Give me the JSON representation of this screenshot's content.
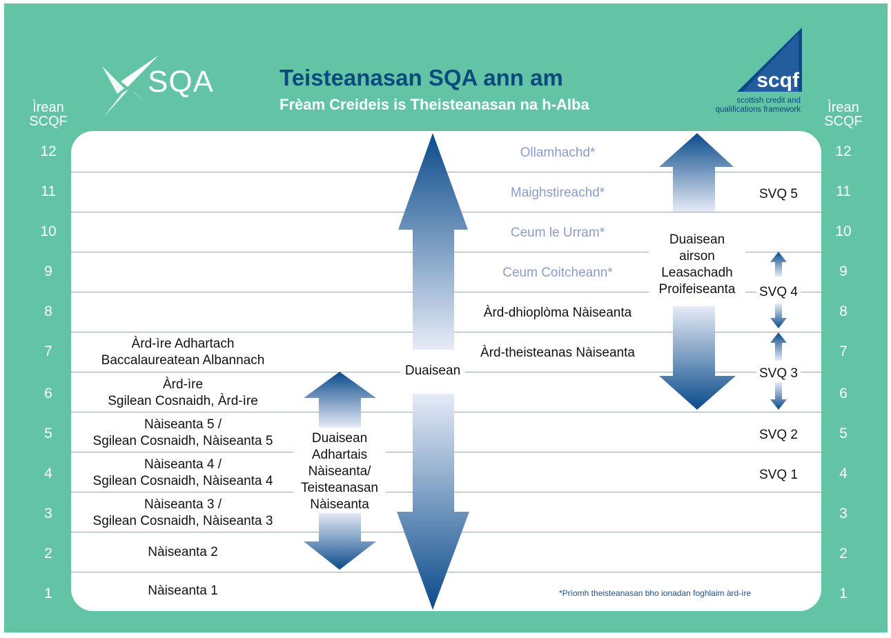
{
  "header": {
    "title_line1": "Teisteanasan SQA ann am",
    "title_line2": "Frèam Creideis is Theisteanasan na h-Alba",
    "sqa_logo_text": "SQA",
    "scqf_logo_text": "scqf",
    "scqf_logo_sub1": "scottish credit and",
    "scqf_logo_sub2": "qualifications framework"
  },
  "level_header": {
    "line1": "Ìrean",
    "line2": "SCQF"
  },
  "levels": [
    "12",
    "11",
    "10",
    "9",
    "8",
    "7",
    "6",
    "5",
    "4",
    "3",
    "2",
    "1"
  ],
  "left_column": {
    "l7a": "Àrd-ìre Adhartach",
    "l7b": "Baccalaureatean Albannach",
    "l6a": "Àrd-ìre",
    "l6b": "Sgilean Cosnaidh, Àrd-ìre",
    "l5a": "Nàiseanta 5 /",
    "l5b": "Sgilean Cosnaidh, Nàiseanta 5",
    "l4a": "Nàiseanta 4 /",
    "l4b": "Sgilean Cosnaidh, Nàiseanta 4",
    "l3a": "Nàiseanta 3 /",
    "l3b": "Sgilean Cosnaidh, Nàiseanta 3",
    "l2": "Nàiseanta 2",
    "l1": "Nàiseanta 1"
  },
  "nat_awards": {
    "line1": "Duaisean",
    "line2": "Adhartais",
    "line3": "Nàiseanta/",
    "line4": "Teisteanasan",
    "line5": "Nàiseanta"
  },
  "awards_label": "Duaisean",
  "he_column": {
    "l12": "Ollamhachd*",
    "l11": "Maighstireachd*",
    "l10": "Ceum le Urram*",
    "l9": "Ceum Coitcheann*",
    "l8": "Àrd-dhioplòma Nàiseanta",
    "l7": "Àrd-theisteanas Nàiseanta"
  },
  "pda": {
    "line1": "Duaisean",
    "line2": "airson",
    "line3": "Leasachadh",
    "line4": "Proifeiseanta"
  },
  "svq": {
    "svq5": "SVQ 5",
    "svq4": "SVQ 4",
    "svq3": "SVQ 3",
    "svq2": "SVQ 2",
    "svq1": "SVQ 1"
  },
  "footnote": "*Prìomh theisteanasan bho ionadan foghlaim àrd-ìre",
  "colors": {
    "background": "#63c4a5",
    "arrow_dark": "#0a4a8a",
    "he_text": "#8d9bc8",
    "title": "#0a4a7e"
  }
}
